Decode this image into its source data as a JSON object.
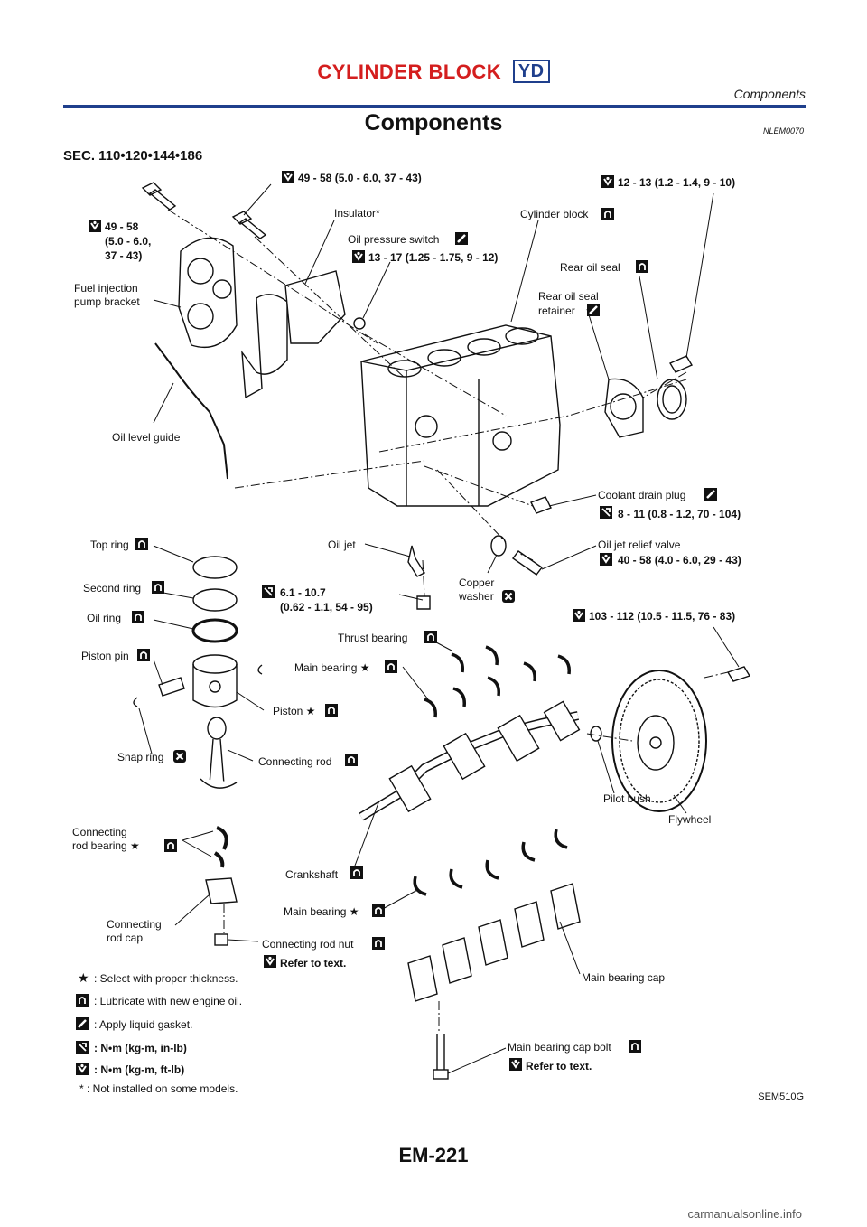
{
  "header": {
    "title": "CYLINDER BLOCK",
    "code": "YD",
    "subtitle": "Components"
  },
  "section": {
    "title": "Components",
    "ref": "NLEM0070",
    "sec_numbers": "SEC. 110•120•144•186"
  },
  "labels": {
    "bolt_top_torque": "49 - 58 (5.0 - 6.0, 37 - 43)",
    "bracket_torque_1": "49 - 58",
    "bracket_torque_2": "(5.0 - 6.0,",
    "bracket_torque_3": "37 - 43)",
    "fuel_bracket_1": "Fuel injection",
    "fuel_bracket_2": "pump bracket",
    "insulator": "Insulator*",
    "oil_pressure_switch": "Oil pressure switch",
    "ops_torque": "13 - 17 (1.25 - 1.75, 9 - 12)",
    "cylinder_block": "Cylinder block",
    "rear_bolt_torque": "12 - 13 (1.2 - 1.4, 9 - 10)",
    "rear_oil_seal": "Rear oil seal",
    "rear_retainer_1": "Rear oil seal",
    "rear_retainer_2": "retainer",
    "oil_level_guide": "Oil level guide",
    "coolant_drain_plug": "Coolant drain plug",
    "coolant_torque": "8 - 11 (0.8 - 1.2, 70 - 104)",
    "top_ring": "Top ring",
    "second_ring": "Second ring",
    "oil_ring": "Oil ring",
    "piston_pin": "Piston pin",
    "oil_jet": "Oil jet",
    "oil_jet_torque_1": "6.1 - 10.7",
    "oil_jet_torque_2": "(0.62 - 1.1, 54 - 95)",
    "copper_washer_1": "Copper",
    "copper_washer_2": "washer",
    "relief_valve": "Oil jet relief valve",
    "relief_torque": "40 - 58 (4.0 - 6.0, 29 - 43)",
    "flywheel_torque": "103 - 112 (10.5 - 11.5, 76 - 83)",
    "thrust_bearing": "Thrust bearing",
    "main_bearing_upper": "Main bearing ★",
    "piston": "Piston ★",
    "snap_ring": "Snap ring",
    "connecting_rod": "Connecting rod",
    "pilot_bush": "Pilot bush",
    "flywheel": "Flywheel",
    "conrod_bearing_1": "Connecting",
    "conrod_bearing_2": "rod bearing ★",
    "crankshaft": "Crankshaft",
    "main_bearing_lower": "Main bearing ★",
    "conrod_cap_1": "Connecting",
    "conrod_cap_2": "rod cap",
    "conrod_nut": "Connecting rod nut",
    "refer_text_1": "Refer to text.",
    "main_bearing_cap": "Main bearing cap",
    "main_cap_bolt": "Main bearing cap bolt",
    "refer_text_2": "Refer to text."
  },
  "legend": {
    "select": ": Select with proper thickness.",
    "lubricate": ": Lubricate with new engine oil.",
    "liquid_gasket": ": Apply liquid gasket.",
    "nm_inlb": ": N•m (kg-m, in-lb)",
    "nm_ftlb": ": N•m (kg-m, ft-lb)",
    "not_installed": "* : Not installed on some models."
  },
  "figure_id": "SEM510G",
  "page_number": "EM-221",
  "watermark": "carmanualsonline.info",
  "colors": {
    "title_red": "#d41e1e",
    "header_blue": "#1f3f8c"
  }
}
